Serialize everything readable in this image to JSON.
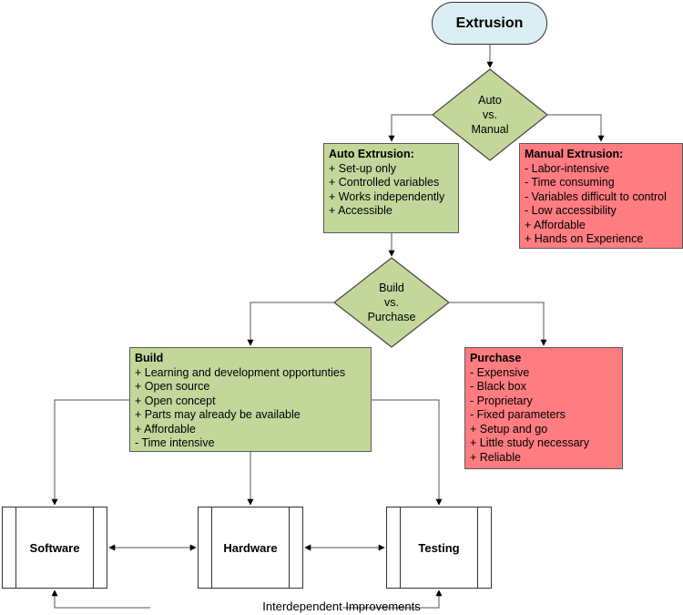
{
  "start": {
    "label": "Extrusion"
  },
  "decision1": {
    "lines": [
      "Auto",
      "vs.",
      "Manual"
    ]
  },
  "auto_box": {
    "title": "Auto Extrusion:",
    "items": [
      "+ Set-up only",
      "+ Controlled variables",
      "+ Works independently",
      "+ Accessible"
    ]
  },
  "manual_box": {
    "title": "Manual Extrusion:",
    "items": [
      "- Labor-intensive",
      "- Time consuming",
      "- Variables difficult to control",
      "- Low accessibility",
      "+ Affordable",
      "+ Hands on Experience"
    ]
  },
  "decision2": {
    "lines": [
      "Build",
      "vs.",
      "Purchase"
    ]
  },
  "build_box": {
    "title": "Build",
    "items": [
      "+ Learning and development opportunties",
      "+ Open source",
      "+ Open concept",
      "+ Parts may already be available",
      "+ Affordable",
      "- Time intensive"
    ]
  },
  "purchase_box": {
    "title": "Purchase",
    "items": [
      "- Expensive",
      "- Black box",
      "- Proprietary",
      "- Fixed parameters",
      "+ Setup and go",
      "+ Little study necessary",
      "+ Reliable"
    ]
  },
  "processes": {
    "software": "Software",
    "hardware": "Hardware",
    "testing": "Testing"
  },
  "footer": {
    "label": "Interdependent Improvements"
  },
  "colors": {
    "start_fill": "#dbeef4",
    "positive_fill": "#c4d79b",
    "negative_fill": "#ff7c80",
    "decision_fill": "#c4d79b"
  }
}
